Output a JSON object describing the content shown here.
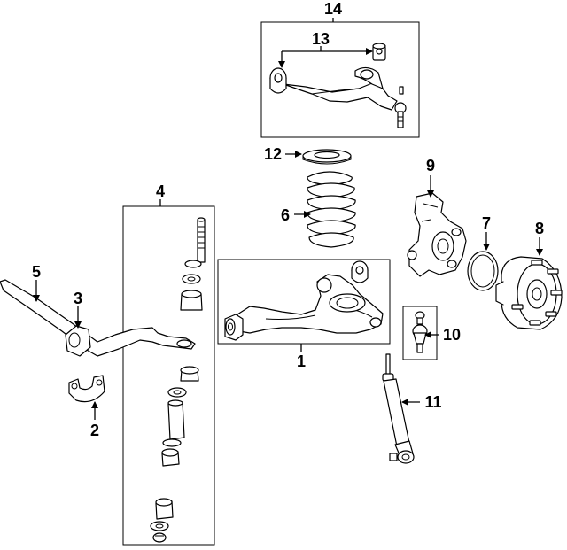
{
  "callouts": [
    {
      "id": "c1",
      "text": "1"
    },
    {
      "id": "c2",
      "text": "2"
    },
    {
      "id": "c3",
      "text": "3"
    },
    {
      "id": "c4",
      "text": "4"
    },
    {
      "id": "c5",
      "text": "5"
    },
    {
      "id": "c6",
      "text": "6"
    },
    {
      "id": "c7",
      "text": "7"
    },
    {
      "id": "c8",
      "text": "8"
    },
    {
      "id": "c9",
      "text": "9"
    },
    {
      "id": "c10",
      "text": "10"
    },
    {
      "id": "c11",
      "text": "11"
    },
    {
      "id": "c12",
      "text": "12"
    },
    {
      "id": "c13",
      "text": "13"
    },
    {
      "id": "c14",
      "text": "14"
    }
  ],
  "colors": {
    "ink": "#000000",
    "background": "#ffffff"
  }
}
